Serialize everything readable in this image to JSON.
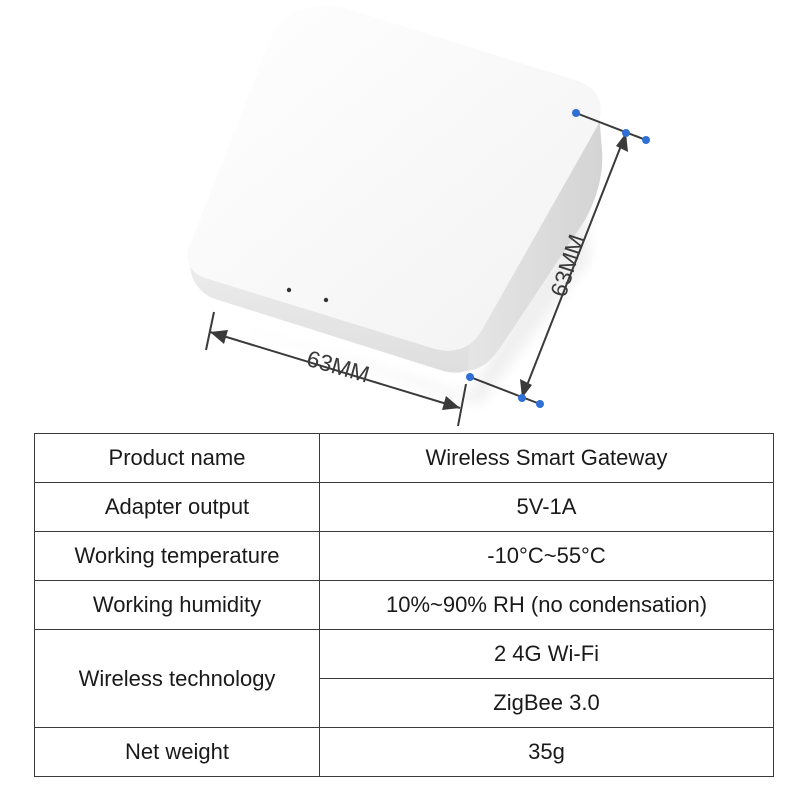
{
  "figure": {
    "width_label": "63MM",
    "depth_label": "63MM"
  },
  "specs": {
    "rows": [
      {
        "label": "Product name",
        "value": "Wireless Smart Gateway"
      },
      {
        "label": "Adapter output",
        "value": "5V-1A"
      },
      {
        "label": "Working temperature",
        "value": "-10°C~55°C"
      },
      {
        "label": "Working humidity",
        "value": "10%~90% RH (no condensation)"
      },
      {
        "label": "Wireless technology",
        "values": [
          "2 4G Wi-Fi",
          "ZigBee 3.0"
        ]
      },
      {
        "label": "Net weight",
        "value": "35g"
      }
    ]
  },
  "colors": {
    "accent_dot": "#2f6fd6",
    "dimension_line": "#3a3a3a",
    "table_border": "#3a3a3a"
  }
}
